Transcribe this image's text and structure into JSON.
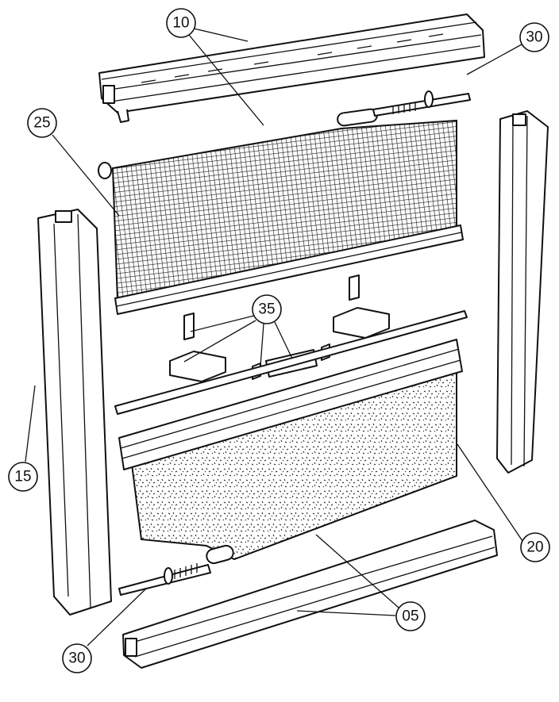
{
  "diagram": {
    "type": "exploded-assembly",
    "callouts": {
      "top_rail": "10",
      "spring_rod_top": "30",
      "mesh_screen": "25",
      "left_post": "15",
      "clips": "35",
      "right_post": "20",
      "spring_rod_bottom": "30",
      "blind_fabric": "05"
    }
  }
}
